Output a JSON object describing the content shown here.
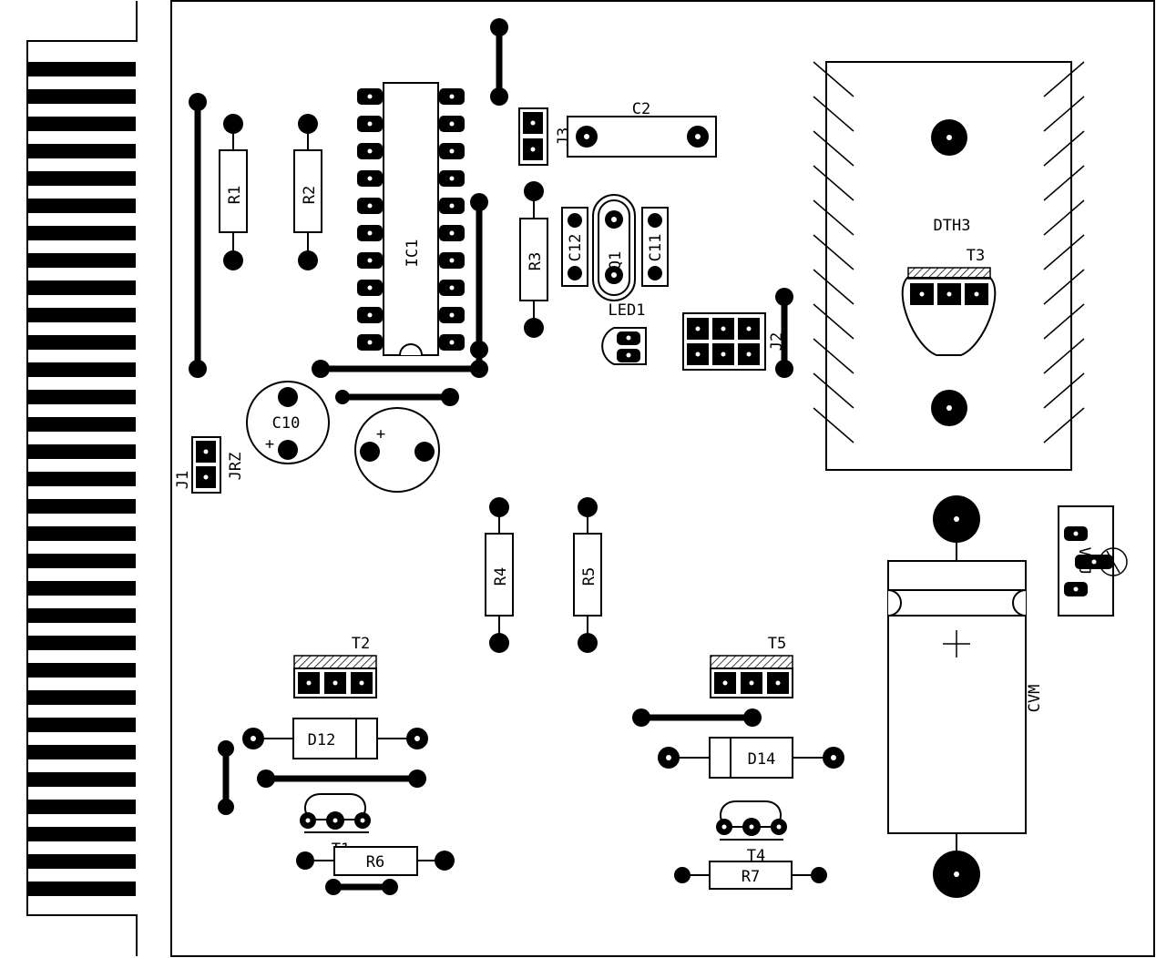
{
  "labels": {
    "r1": "R1",
    "r2": "R2",
    "ic1": "IC1",
    "j3": "J3",
    "c2": "C2",
    "r3": "R3",
    "c12": "C12",
    "q1": "Q1",
    "c11": "C11",
    "led1": "LED1",
    "j2": "J2",
    "dth3": "DTH3",
    "t3": "T3",
    "c10": "C10",
    "plus": "+",
    "j1": "J1",
    "jrz": "JRZ",
    "r4": "R4",
    "r5": "R5",
    "vaj": "VAJ",
    "t2": "T2",
    "t5": "T5",
    "d12": "D12",
    "d14": "D14",
    "cvm": "CVM",
    "t1": "T1",
    "r6": "R6",
    "t4": "T4",
    "r7": "R7"
  },
  "edge_connector": {
    "finger_count": 31
  }
}
